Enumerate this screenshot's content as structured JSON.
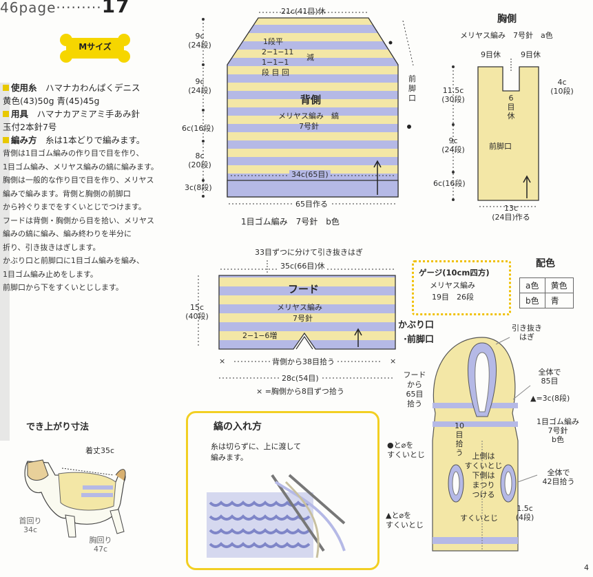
{
  "page": {
    "prefix": "46page",
    "dots": "·········",
    "number": "17"
  },
  "size_badge": "Mサイズ",
  "instructions": {
    "yarn_label": "使用糸",
    "yarn_text": "ハマナカわんぱくデニス",
    "yarn_colors": "黄色(43)50g 青(45)45g",
    "tools_label": "用具",
    "tools_text": "ハマナカアミアミ手あみ針",
    "tools_text2": "玉付2本針7号",
    "method_label": "編み方",
    "method_text": "糸は1本どりで編みます。",
    "lines": [
      "背側は1目ゴム編みの作り目で目を作り、",
      "1目ゴム編み、メリヤス編みの縞に編みます。",
      "胸側は一般的な作り目で目を作り、メリヤス",
      "編みで編みます。背側と胸側の前脚口",
      "から衿ぐりまでをすくいとじでつけます。",
      "フードは背側・胸側から目を拾い、メリヤス",
      "編みの縞に編み、編み終わりを半分に",
      "折り、引き抜きはぎします。",
      "かぶり口と前脚口に1目ゴム編みを編み、",
      "1目ゴム編み止めをします。",
      "前脚口から下をすくいとじします。"
    ]
  },
  "back": {
    "title": "背側",
    "sub1": "メリヤス編み　縞",
    "sub2": "7号針",
    "top": "21c(41目)休",
    "dec1": "1段平",
    "dec2": "2−1−11",
    "dec3": "1−1−1",
    "dec4": "段 目 回",
    "dec_word": "減",
    "front_leg": [
      "前",
      "脚",
      "口"
    ],
    "left_dims": [
      [
        "9c",
        "(24段)"
      ],
      [
        "9c",
        "(24段)"
      ],
      [
        "6c(16段)",
        ""
      ],
      [
        "8c",
        "(20段)"
      ],
      [
        "3c(8段)",
        ""
      ]
    ],
    "width_inner": "34c(65目)",
    "cast_on": "65目作る",
    "rib": "1目ゴム編み　7号針　b色"
  },
  "chest": {
    "title": "胸側",
    "sub": "メリヤス編み　7号針　a色",
    "rest_l": "9目休",
    "rest_r": "9目休",
    "mid": [
      "6",
      "目",
      "休"
    ],
    "right_dim": [
      "4c",
      "(10段)"
    ],
    "front_leg": "前脚口",
    "left_dims": [
      [
        "11.5c",
        "(30段)"
      ],
      [
        "9c",
        "(24段)"
      ],
      [
        "6c(16段)",
        ""
      ]
    ],
    "bottom": "13c",
    "bottom2": "(24目)作る"
  },
  "hood": {
    "title": "フード",
    "sub1": "メリヤス編み",
    "sub2": "7号針",
    "top_note": "33目ずつに分けて引き抜きはぎ",
    "top": "35c(66目)休",
    "left_dim": [
      "15c",
      "(40段)"
    ],
    "inc": "2−1−6増",
    "pick": "背側から38目拾う",
    "width": "28c(54目)",
    "note": "× =胸側から8目ずつ拾う"
  },
  "gauge": {
    "title": "ゲージ(10cm四方)",
    "line1": "メリヤス編み",
    "line2": "19目　26段"
  },
  "colors": {
    "title": "配色",
    "rows": [
      [
        "a色",
        "黄色"
      ],
      [
        "b色",
        "青"
      ]
    ]
  },
  "finish_diagram": {
    "title1": "かぶり口",
    "title2": "·前脚口",
    "pull": [
      "引き抜き",
      "はぎ"
    ],
    "hood_pick": [
      "フード",
      "から",
      "65目",
      "拾う"
    ],
    "total85": [
      "全体で",
      "85目"
    ],
    "triangle": "▲=3c(8段)",
    "pick10": [
      "10",
      "目",
      "拾",
      "う"
    ],
    "rib": [
      "1目ゴム編み",
      "7号針",
      "b色"
    ],
    "upper": [
      "上側は",
      "すくいとじ",
      "下側は",
      "まつり",
      "つける"
    ],
    "total42": [
      "全体で",
      "42目拾う"
    ],
    "dims": [
      "1.5c",
      "(4段)"
    ],
    "sukui": "すくいとじ",
    "note1": [
      "●と⌀を",
      "すくいとじ"
    ],
    "note2": [
      "▲と⌀を",
      "すくいとじ"
    ]
  },
  "finished": {
    "title": "でき上がり寸法",
    "length": "着丈35c",
    "neck": [
      "首回り",
      "34c"
    ],
    "chest": [
      "胸回り",
      "47c"
    ]
  },
  "stripe": {
    "title": "縞の入れ方",
    "text1": "糸は切らずに、上に渡して",
    "text2": "編みます。"
  },
  "corner_page": "4",
  "colors_hex": {
    "yellow": "#f3e7a6",
    "blue": "#b5b9e6",
    "badge": "#f6d600",
    "accent": "#f2cf22"
  }
}
